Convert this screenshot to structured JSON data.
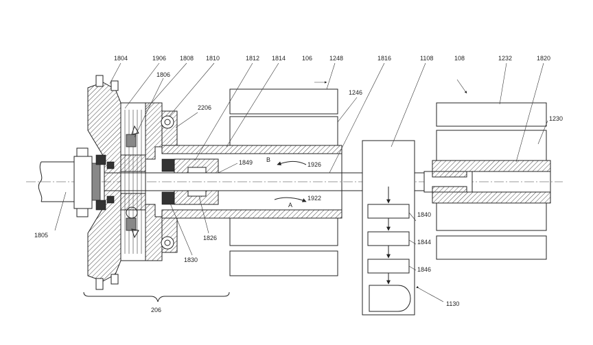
{
  "labels": {
    "l1804": "1804",
    "l1906": "1906",
    "l1808": "1808",
    "l1810": "1810",
    "l1806": "1806",
    "l1812": "1812",
    "l1814": "1814",
    "l106": "106",
    "l1248": "1248",
    "l1816": "1816",
    "l1108": "1108",
    "l108": "108",
    "l1232": "1232",
    "l1820": "1820",
    "l1246": "1246",
    "l2206": "2206",
    "l1230": "1230",
    "l1849": "1849",
    "lB": "B",
    "l1926": "1926",
    "lA": "A",
    "l1922": "1922",
    "l1840": "1840",
    "l1844": "1844",
    "l1846": "1846",
    "l1130": "1130",
    "l1826": "1826",
    "l1830": "1830",
    "l1805": "1805",
    "l206": "206"
  }
}
